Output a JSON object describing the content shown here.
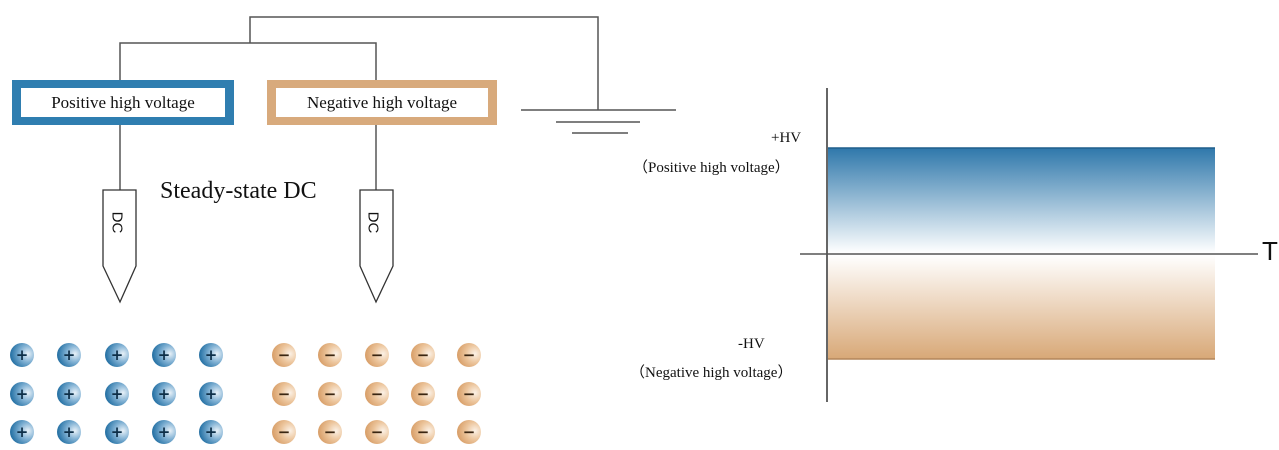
{
  "diagram": {
    "positive_box_label": "Positive high voltage",
    "negative_box_label": "Negative high voltage",
    "steady_state_label": "Steady-state DC",
    "probe_label": "DC",
    "hv_positive_label": "+HV",
    "hv_positive_sub": "（Positive high voltage）",
    "hv_negative_label": "-HV",
    "hv_negative_sub": "（Negative high voltage）",
    "time_axis_label": "T",
    "positive_symbol": "+",
    "negative_symbol": "−",
    "colors": {
      "positive": "#2f7eb0",
      "negative": "#d8aa7c",
      "wire": "#555555"
    }
  }
}
